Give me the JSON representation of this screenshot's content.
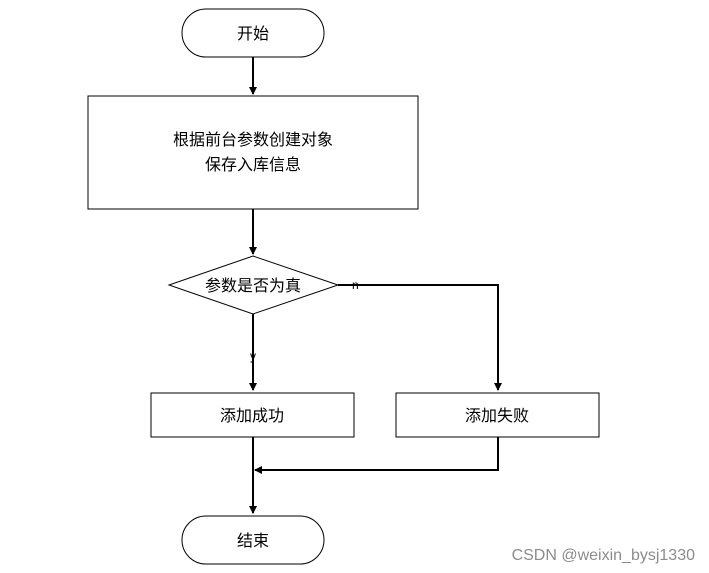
{
  "nodes": {
    "start": "开始",
    "process_line1": "根据前台参数创建对象",
    "process_line2": "保存入库信息",
    "decision": "参数是否为真",
    "success": "添加成功",
    "failure": "添加失败",
    "end": "结束"
  },
  "edges": {
    "yes_label": "y",
    "no_label": "n"
  },
  "watermark": "CSDN @weixin_bysj1330"
}
